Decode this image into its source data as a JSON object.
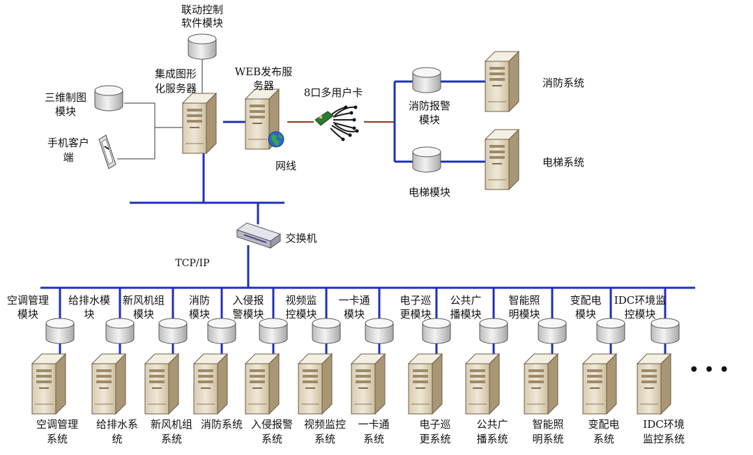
{
  "labels": {
    "linkage_line1": "联动控制",
    "linkage_line2": "软件模块",
    "integrated_line1": "集成图形",
    "integrated_line2": "化服务器",
    "web_line1": "WEB发布服",
    "web_line2": "务器",
    "card": "8口多用户卡",
    "threed_line1": "三维制图",
    "threed_line2": "模块",
    "mobile_line1": "手机客户",
    "mobile_line2": "端",
    "network_cable": "网线",
    "fire_alarm_line1": "消防报警",
    "fire_alarm_line2": "模块",
    "fire_system": "消防系统",
    "elevator_module": "电梯模块",
    "elevator_system": "电梯系统",
    "switch": "交换机",
    "tcpip": "TCP/IP",
    "ellipsis": "• • •"
  },
  "subsystems": [
    {
      "module": [
        "空调管理",
        "模块"
      ],
      "system": [
        "空调管理",
        "系统"
      ]
    },
    {
      "module": [
        "给排水模",
        "块"
      ],
      "system": [
        "给排水系",
        "统"
      ]
    },
    {
      "module": [
        "新风机组",
        "模块"
      ],
      "system": [
        "新风机组",
        "系统"
      ]
    },
    {
      "module": [
        "消防",
        "模块"
      ],
      "system": [
        "消防系统",
        ""
      ]
    },
    {
      "module": [
        "入侵报",
        "警模块"
      ],
      "system": [
        "入侵报警",
        "系统"
      ]
    },
    {
      "module": [
        "视频监",
        "控模块"
      ],
      "system": [
        "视频监控",
        "系统"
      ]
    },
    {
      "module": [
        "一卡通",
        "模块"
      ],
      "system": [
        "一卡通",
        "系统"
      ]
    },
    {
      "module": [
        "电子巡",
        "更模块"
      ],
      "system": [
        "电子巡",
        "更系统"
      ]
    },
    {
      "module": [
        "公共广",
        "播模块"
      ],
      "system": [
        "公共广",
        "播系统"
      ]
    },
    {
      "module": [
        "智能照",
        "明模块"
      ],
      "system": [
        "智能照",
        "明系统"
      ]
    },
    {
      "module": [
        "变配电",
        "模块"
      ],
      "system": [
        "变配电",
        "系统"
      ]
    },
    {
      "module": [
        "IDC环境监",
        "控模块"
      ],
      "system": [
        "IDC环境",
        "监控系统"
      ]
    }
  ],
  "colors": {
    "bus": "#1f2fb8",
    "cable": "#8a3a1a",
    "line": "#333333",
    "server_front": "#e6dcc6",
    "server_side": "#b9a789",
    "server_top": "#f3ede0",
    "db": "#e8e8e8"
  }
}
